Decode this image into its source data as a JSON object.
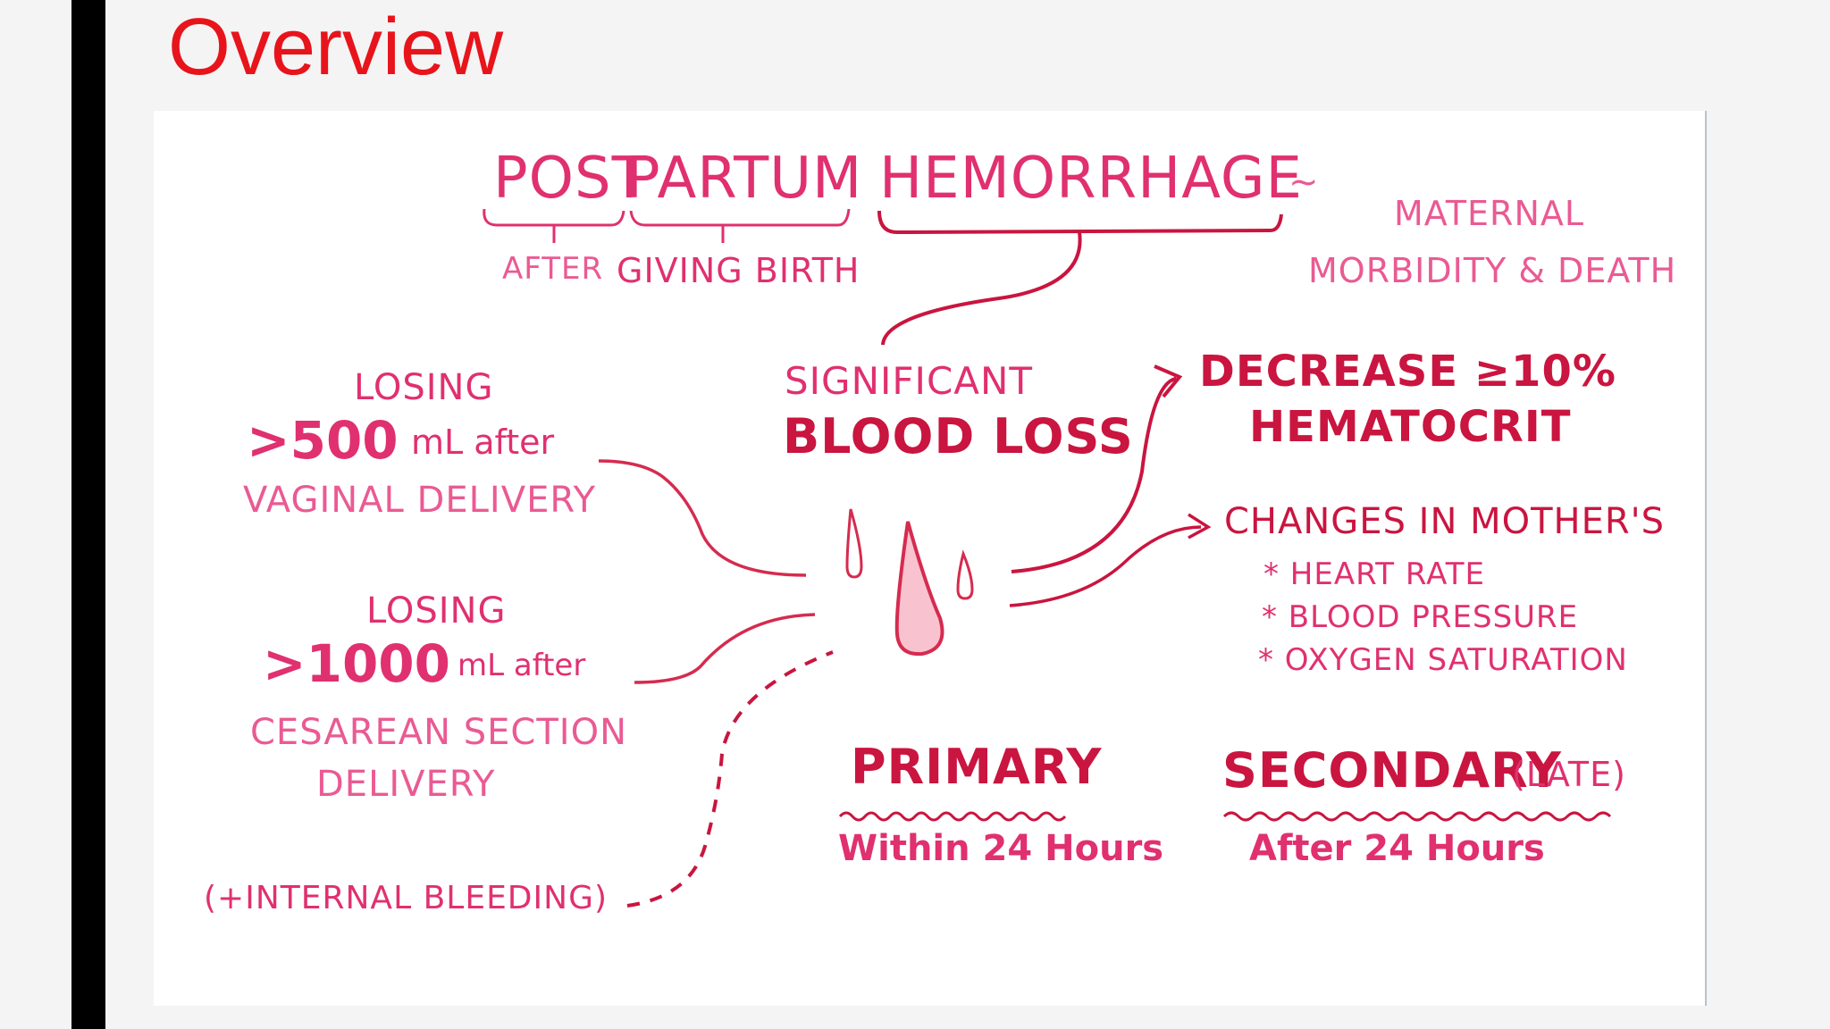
{
  "slide": {
    "title": "Overview"
  },
  "colors": {
    "title": "#e8141b",
    "ink_dark": "#c9153f",
    "ink_magenta": "#e0306f",
    "ink_pink": "#ea5a93",
    "drop_fill": "#f9c2cf"
  },
  "diagram": {
    "header": {
      "post": "Post",
      "partum": "partum",
      "hemorrhage": "Hemorrhage",
      "tilde": "~",
      "after": "After",
      "giving_birth": "Giving Birth",
      "maternal": "Maternal",
      "morbidity_death": "Morbidity & Death"
    },
    "center": {
      "significant": "Significant",
      "blood_loss": "Blood Loss"
    },
    "left": {
      "vaginal": {
        "losing": "Losing",
        "amount": ">500",
        "unit": "mL after",
        "type": "Vaginal Delivery"
      },
      "cesarean": {
        "losing": "Losing",
        "amount": ">1000",
        "unit": "mL after",
        "type": "Cesarean Section",
        "type2": "Delivery"
      },
      "internal": "(+Internal Bleeding)"
    },
    "right": {
      "decrease": "Decrease ≥10%",
      "hematocrit": "Hematocrit",
      "changes": "Changes in Mother's",
      "items": [
        "* Heart Rate",
        "* Blood Pressure",
        "* Oxygen Saturation"
      ]
    },
    "bottom": {
      "primary": "Primary",
      "primary_sub": "Within 24 Hours",
      "secondary": "Secondary",
      "late": "(late)",
      "secondary_sub": "After 24 Hours"
    }
  }
}
